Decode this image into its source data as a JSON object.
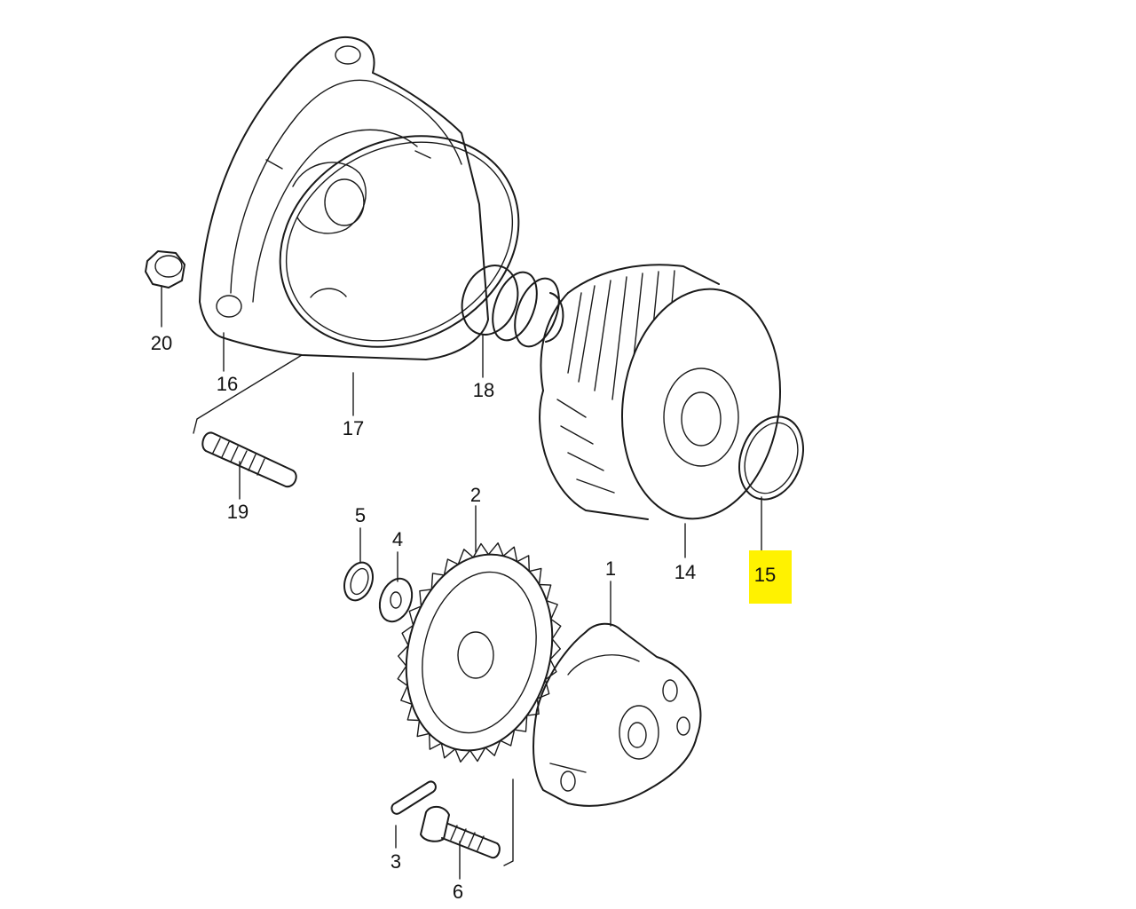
{
  "callouts": [
    {
      "id": "c1",
      "number": "1"
    },
    {
      "id": "c2",
      "number": "2"
    },
    {
      "id": "c3",
      "number": "3"
    },
    {
      "id": "c4",
      "number": "4"
    },
    {
      "id": "c5",
      "number": "5"
    },
    {
      "id": "c6",
      "number": "6"
    },
    {
      "id": "c14",
      "number": "14"
    },
    {
      "id": "c15",
      "number": "15",
      "highlighted": true
    },
    {
      "id": "c16",
      "number": "16"
    },
    {
      "id": "c17",
      "number": "17"
    },
    {
      "id": "c18",
      "number": "18"
    },
    {
      "id": "c19",
      "number": "19"
    },
    {
      "id": "c20",
      "number": "20"
    }
  ],
  "colors": {
    "highlight": "#fff200",
    "line": "#1a1a1a",
    "background": "#ffffff"
  }
}
